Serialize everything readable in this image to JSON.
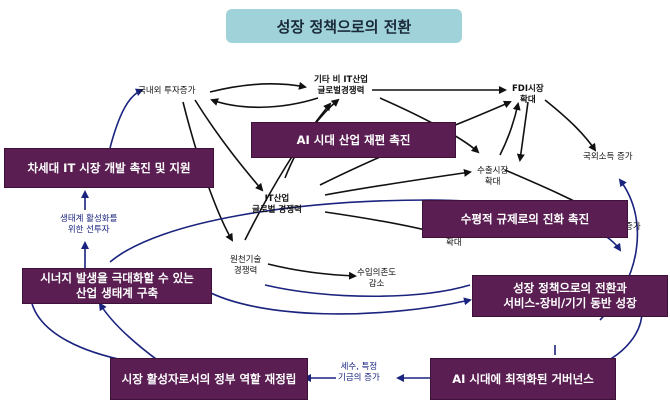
{
  "title": "성장 정책으로의 전환",
  "nodes": {
    "domestic_investment": "국내외 투자증가",
    "global_competitiveness": "기타 비 IT산업\n글로벌경쟁력",
    "fdi": "FDI시장\n확대",
    "it_competitiveness": "IT산업\n글로벌 경쟁력",
    "export": "수출시장\n확대",
    "foreign_income": "국외소득 증가",
    "core_tech": "원천기술\n경쟁력",
    "import_dependency": "수입의존도\n감소",
    "market_expand": "확대",
    "increase_partial": "증가"
  },
  "boxes": {
    "next_gen_it": "차세대 IT 시장 개발 촉진 및 지원",
    "ai_industry": "AI 시대 산업 재편 촉진",
    "horizontal_reg": "수평적 규제로의 진화 촉진",
    "synergy": "시너지 발생을 극대화할 수 있는\n산업 생태계 구축",
    "growth_policy": "성장 정책으로의 전환과\n서비스-장비/기기 동반 성장",
    "gov_role": "시장 활성자로서의 정부 역할 재정립",
    "ai_governance": "AI 시대에 최적화된 거버넌스"
  },
  "labels": {
    "ecosystem_invest": "생태계 활성화를\n위한 선투자",
    "tax_increase": "세수, 특정\n기금의 증가"
  },
  "colors": {
    "box_fill": "#5a1e52",
    "title_fill": "#9fd3d9",
    "arrow_black": "#111111",
    "arrow_blue": "#1a237e"
  }
}
